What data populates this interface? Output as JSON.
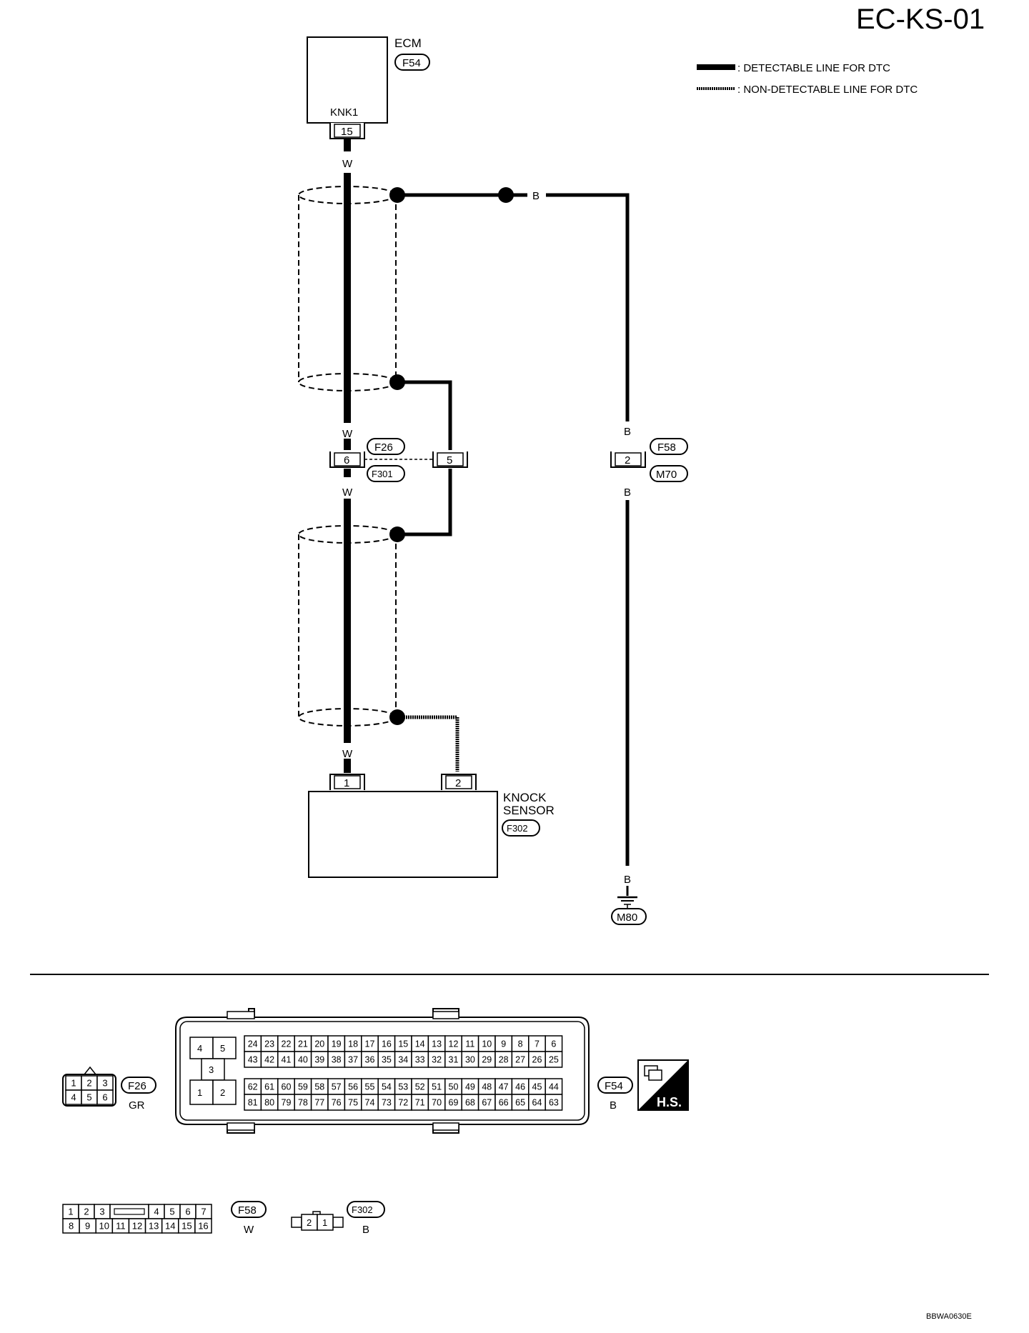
{
  "page_id": "EC-KS-01",
  "figure_code": "BBWA0630E",
  "legend": {
    "detectable": ": DETECTABLE LINE FOR DTC",
    "non_detectable": ": NON-DETECTABLE LINE FOR DTC"
  },
  "ecm": {
    "name": "ECM",
    "connector": "F54",
    "terminal_name": "KNK1",
    "terminal": "15"
  },
  "knock_sensor": {
    "name_line1": "KNOCK",
    "name_line2": "SENSOR",
    "connector": "F302",
    "pin1": "1",
    "pin2": "2"
  },
  "wires": {
    "white": "W",
    "black": "B"
  },
  "junction": {
    "conn_a": "F26",
    "conn_b": "F301",
    "pin_signal": "6",
    "pin_shield": "5"
  },
  "ground_junction": {
    "conn_a": "F58",
    "conn_b": "M70",
    "pin": "2"
  },
  "ground": {
    "connector": "M80"
  },
  "connector_faces": {
    "f26": {
      "code": "F26",
      "color": "GR",
      "row1": [
        "1",
        "2",
        "3"
      ],
      "row2": [
        "4",
        "5",
        "6"
      ]
    },
    "f54": {
      "code": "F54",
      "color": "B",
      "small": [
        "4",
        "5",
        "3",
        "1",
        "2"
      ],
      "row1": [
        "24",
        "23",
        "22",
        "21",
        "20",
        "19",
        "18",
        "17",
        "16",
        "15",
        "14",
        "13",
        "12",
        "11",
        "10",
        "9",
        "8",
        "7",
        "6"
      ],
      "row2": [
        "43",
        "42",
        "41",
        "40",
        "39",
        "38",
        "37",
        "36",
        "35",
        "34",
        "33",
        "32",
        "31",
        "30",
        "29",
        "28",
        "27",
        "26",
        "25"
      ],
      "row3": [
        "62",
        "61",
        "60",
        "59",
        "58",
        "57",
        "56",
        "55",
        "54",
        "53",
        "52",
        "51",
        "50",
        "49",
        "48",
        "47",
        "46",
        "45",
        "44"
      ],
      "row4": [
        "81",
        "80",
        "79",
        "78",
        "77",
        "76",
        "75",
        "74",
        "73",
        "72",
        "71",
        "70",
        "69",
        "68",
        "67",
        "66",
        "65",
        "64",
        "63"
      ]
    },
    "hs": {
      "label": "H.S."
    },
    "f58": {
      "code": "F58",
      "color": "W",
      "row1": [
        "1",
        "2",
        "3",
        "4",
        "5",
        "6",
        "7"
      ],
      "row2": [
        "8",
        "9",
        "10",
        "11",
        "12",
        "13",
        "14",
        "15",
        "16"
      ]
    },
    "f302": {
      "code": "F302",
      "color": "B",
      "pins": [
        "2",
        "1"
      ]
    }
  }
}
